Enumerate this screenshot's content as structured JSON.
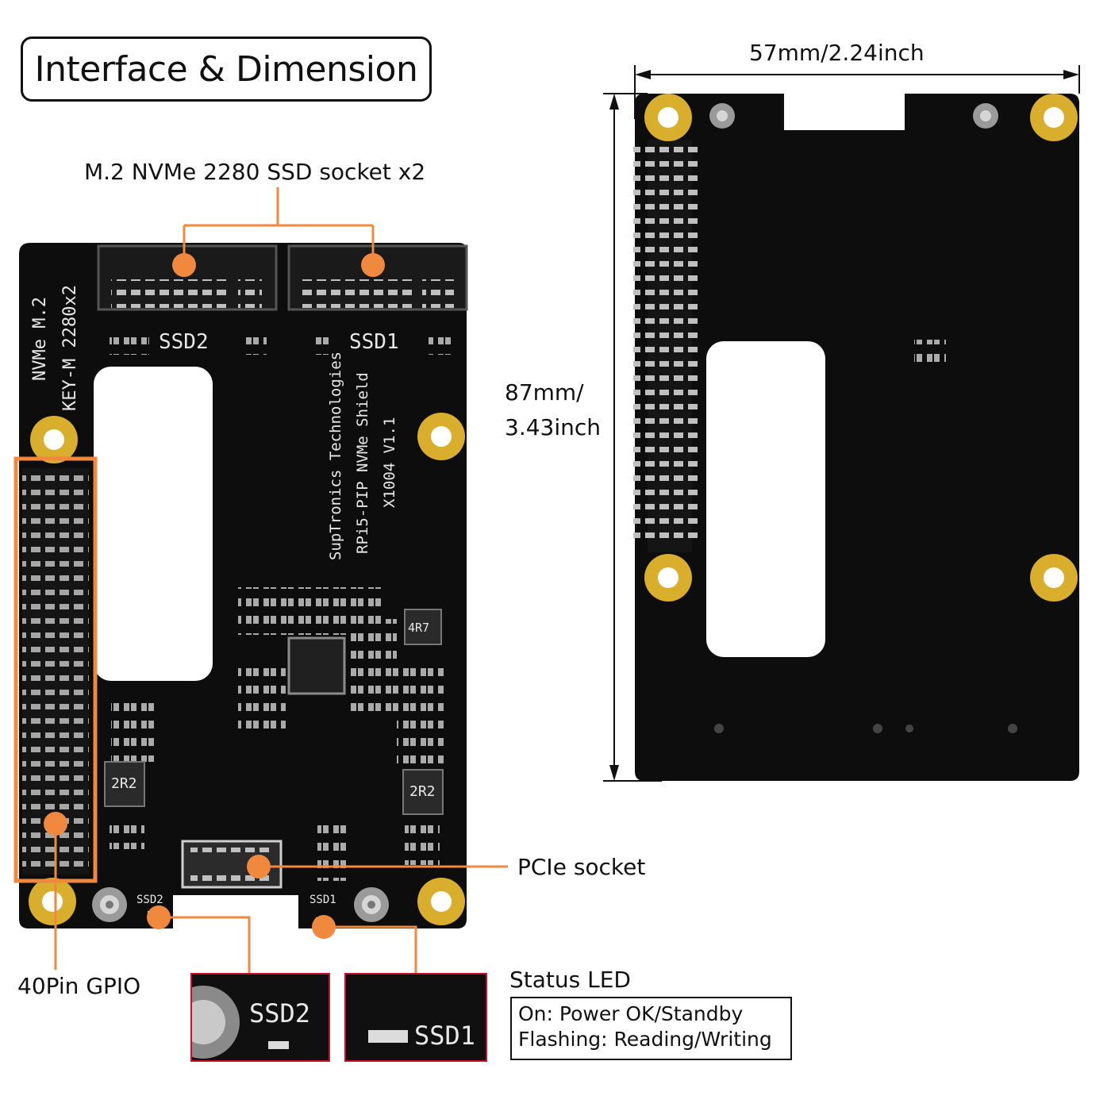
{
  "title": "Interface & Dimension",
  "callouts": {
    "ssd_socket": "M.2 NVMe 2280 SSD socket x2",
    "pcie_socket": "PCIe socket",
    "gpio": "40Pin GPIO",
    "status_led_title": "Status LED"
  },
  "status_led": {
    "line1": "On: Power OK/Standby",
    "line2": "Flashing: Reading/Writing"
  },
  "dimensions": {
    "width": "57mm/2.24inch",
    "height_line1": "87mm/",
    "height_line2": "3.43inch"
  },
  "board": {
    "side_label_1": "NVMe M.2",
    "side_label_2": "KEY-M 2280x2",
    "ssd_slot_2": "SSD2",
    "ssd_slot_1": "SSD1",
    "brand": "SupTronics Technologies",
    "product": "RPi5-PIP NVMe Shield",
    "model": "X1004 V1.1",
    "inductor_1": "2R2",
    "inductor_2": "2R2",
    "inductor_3": "4R7",
    "led_label_2": "SSD2",
    "led_label_1": "SSD1"
  },
  "insets": {
    "left": "SSD2",
    "right": "SSD1"
  },
  "colors": {
    "callout": "#f0883e",
    "inset_border": "#c8102e",
    "pcb": "#0d0d0d",
    "pad_gold": "#d9ae2c"
  }
}
